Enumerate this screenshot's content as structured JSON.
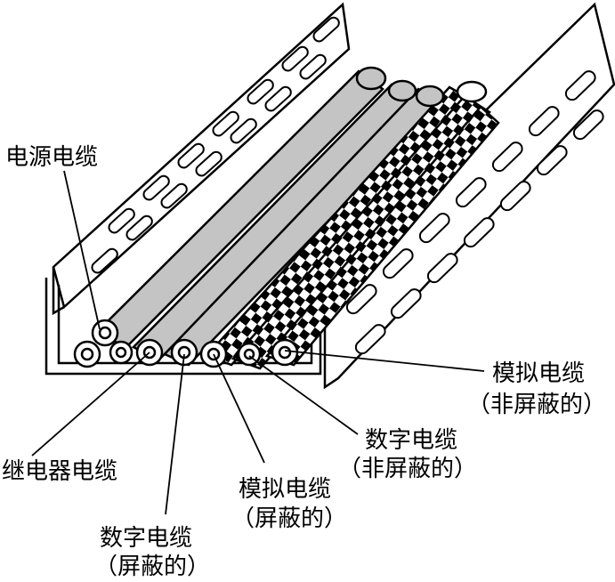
{
  "labels": {
    "power_cable": "电源电缆",
    "relay_cable": "继电器电缆",
    "digital_shielded": {
      "name": "数字电缆",
      "note": "（屏蔽的）"
    },
    "analog_shielded": {
      "name": "模拟电缆",
      "note": "（屏蔽的）"
    },
    "digital_unshielded": {
      "name": "数字电缆",
      "note": "（非屏蔽的）"
    },
    "analog_unshielded": {
      "name": "模拟电缆",
      "note": "（非屏蔽的）"
    }
  },
  "colors": {
    "line": "#000000",
    "cable_fill": "#bdbdbd",
    "background": "#ffffff"
  }
}
